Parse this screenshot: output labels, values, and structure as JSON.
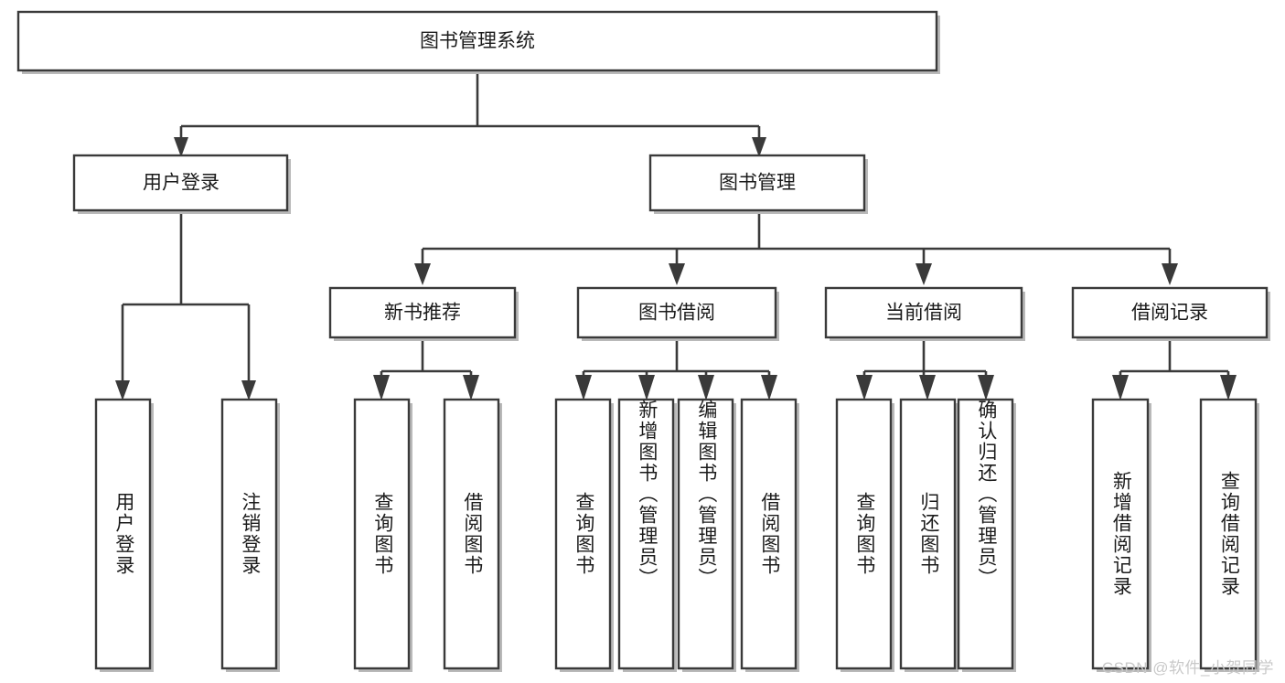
{
  "chart_data": {
    "type": "diagram",
    "diagram_kind": "function-structure-tree",
    "title": "图书管理系统",
    "orientation": "top-down",
    "edge_style": "orthogonal-with-arrowheads",
    "levels": 4
  },
  "colors": {
    "background": "#ffffff",
    "box_fill": "#ffffff",
    "box_stroke": "#3a3a3a",
    "box_shadow": "#b9b9b9",
    "connector": "#3a3a3a",
    "text": "#1b1b1b",
    "watermark": "#c9c9c9"
  },
  "root": {
    "label": "图书管理系统"
  },
  "level2": [
    {
      "id": "user-login",
      "label": "用户登录"
    },
    {
      "id": "book-manage",
      "label": "图书管理"
    }
  ],
  "level3": [
    {
      "id": "new-book-recommend",
      "label": "新书推荐"
    },
    {
      "id": "book-borrow",
      "label": "图书借阅"
    },
    {
      "id": "current-borrow",
      "label": "当前借阅"
    },
    {
      "id": "borrow-record",
      "label": "借阅记录"
    }
  ],
  "leaves": {
    "user_login": [
      {
        "id": "leaf-user-login",
        "label": "用户登录"
      },
      {
        "id": "leaf-logout-login",
        "label": "注销登录"
      }
    ],
    "new_book_recommend": [
      {
        "id": "leaf-query-book-1",
        "label": "查询图书"
      },
      {
        "id": "leaf-borrow-book-1",
        "label": "借阅图书"
      }
    ],
    "book_borrow": [
      {
        "id": "leaf-query-book-2",
        "label": "查询图书"
      },
      {
        "id": "leaf-add-book",
        "label": "新增图书（管理员）"
      },
      {
        "id": "leaf-edit-book",
        "label": "编辑图书（管理员）"
      },
      {
        "id": "leaf-borrow-book-2",
        "label": "借阅图书"
      }
    ],
    "current_borrow": [
      {
        "id": "leaf-query-book-3",
        "label": "查询图书"
      },
      {
        "id": "leaf-return-book",
        "label": "归还图书"
      },
      {
        "id": "leaf-confirm-return",
        "label": "确认归还（管理员）"
      }
    ],
    "borrow_record": [
      {
        "id": "leaf-add-record",
        "label": "新增借阅记录"
      },
      {
        "id": "leaf-query-record",
        "label": "查询借阅记录"
      }
    ]
  },
  "watermark": {
    "text": "CSDN @软件_小贺同学"
  }
}
